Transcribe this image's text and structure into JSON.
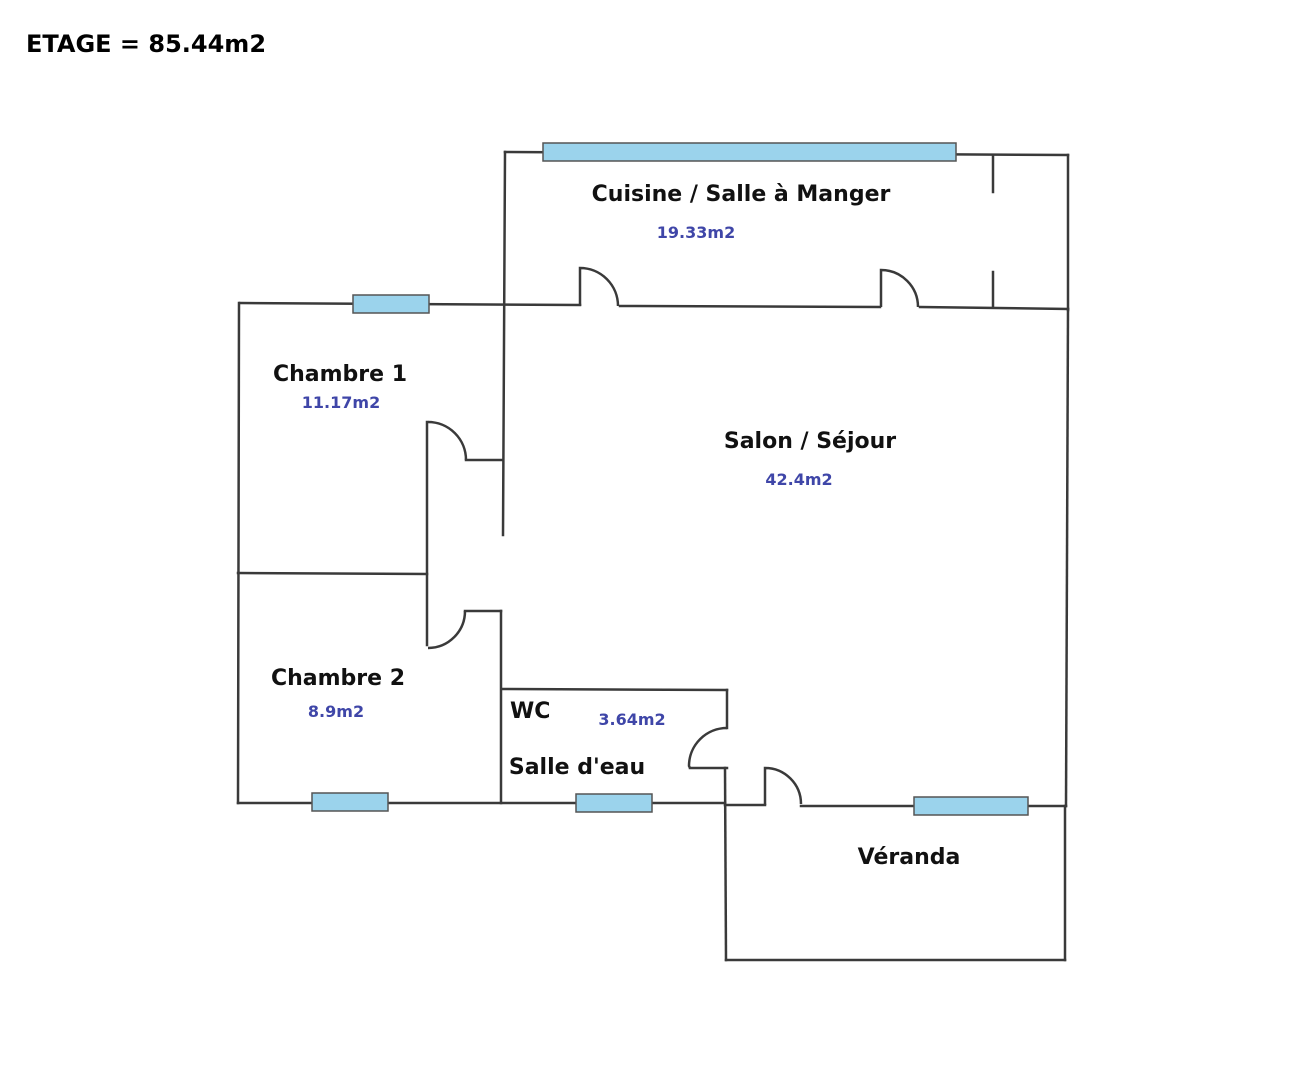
{
  "plan": {
    "title": "ETAGE = 85.44m2",
    "window_color": "#9bd3ec",
    "wall_color": "#3a3a3a",
    "area_color": "#3f46a8",
    "rooms": {
      "cuisine": {
        "label": "Cuisine / Salle à Manger",
        "area": "19.33m2"
      },
      "chambre1": {
        "label": "Chambre 1",
        "area": "11.17m2"
      },
      "salon": {
        "label": "Salon / Séjour",
        "area": "42.4m2"
      },
      "chambre2": {
        "label": "Chambre 2",
        "area": "8.9m2"
      },
      "wc": {
        "label": "WC",
        "area": "3.64m2"
      },
      "salle_eau": {
        "label": "Salle d'eau"
      },
      "veranda": {
        "label": "Véranda"
      }
    }
  }
}
